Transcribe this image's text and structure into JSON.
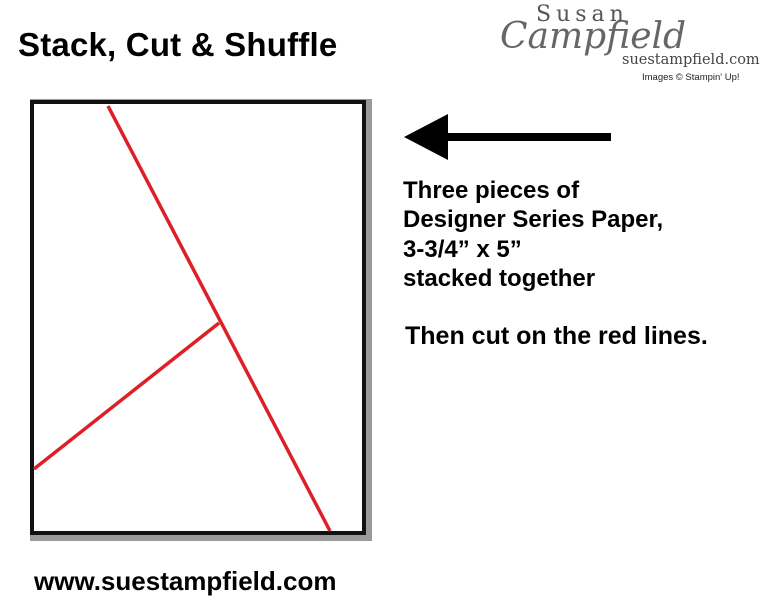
{
  "header": {
    "title": "Stack, Cut & Shuffle"
  },
  "logo": {
    "line1": "Susan",
    "line2": "Campfield",
    "url": "suestampfield.com",
    "credit": "Images © Stampin' Up!"
  },
  "caption": {
    "lines": [
      "Three pieces of",
      "Designer Series Paper,",
      "3-3/4” x 5”",
      "stacked together"
    ],
    "instruction": "Then cut on the red lines."
  },
  "footer": {
    "url": "www.suestampfield.com"
  },
  "colors": {
    "cut_line": "#dd1f26",
    "paper_border": "#111111",
    "paper_shadow": "#9a9a9a",
    "text": "#000000"
  },
  "icons": {
    "arrow": "left-arrow-icon"
  }
}
